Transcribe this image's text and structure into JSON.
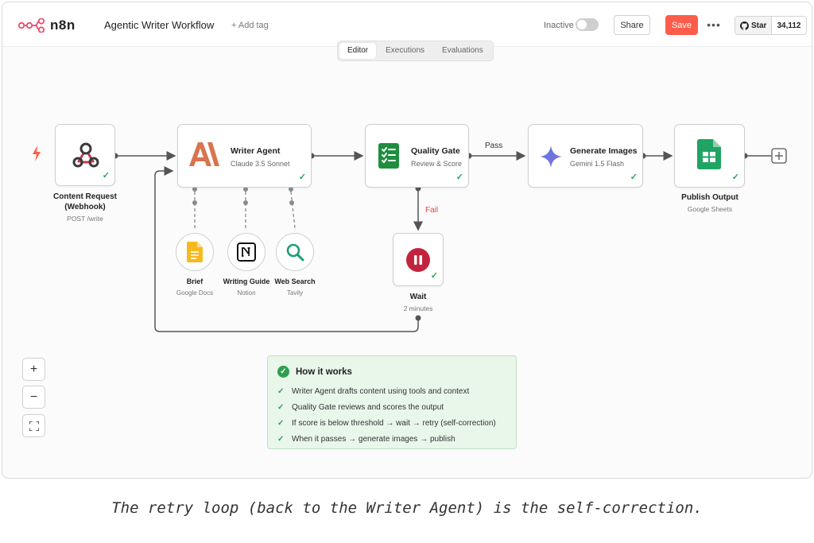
{
  "header": {
    "logo_text": "n8n",
    "workflow_title": "Agentic Writer Workflow",
    "add_tag": "+ Add tag",
    "inactive_label": "Inactive",
    "share_label": "Share",
    "save_label": "Save",
    "more_label": "•••",
    "star_label": "Star",
    "star_count": "34,112"
  },
  "tabs": [
    {
      "label": "Editor",
      "active": true
    },
    {
      "label": "Executions",
      "active": false
    },
    {
      "label": "Evaluations",
      "active": false
    }
  ],
  "nodes": {
    "webhook": {
      "title": "Content Request (Webhook)",
      "subtitle": "POST /write",
      "icon": "webhook-icon"
    },
    "writer": {
      "title": "Writer Agent",
      "subtitle": "Claude 3.5 Sonnet",
      "icon": "anthropic-icon"
    },
    "quality": {
      "title": "Quality Gate",
      "subtitle": "Review & Score",
      "icon": "sheets-list-icon"
    },
    "images": {
      "title": "Generate Images",
      "subtitle": "Gemini 1.5 Flash",
      "icon": "gemini-icon"
    },
    "publish": {
      "title": "Publish Output",
      "subtitle": "Google Sheets",
      "icon": "google-sheets-icon"
    },
    "wait": {
      "title": "Wait",
      "subtitle": "2 minutes",
      "icon": "pause-icon"
    }
  },
  "tools": [
    {
      "title": "Brief",
      "subtitle": "Google Docs",
      "icon": "google-docs-icon"
    },
    {
      "title": "Writing Guide",
      "subtitle": "Notion",
      "icon": "notion-icon"
    },
    {
      "title": "Web Search",
      "subtitle": "Tavily",
      "icon": "search-icon"
    }
  ],
  "edges": {
    "pass_label": "Pass",
    "fail_label": "Fail"
  },
  "zoom": {
    "zoom_in": "+",
    "zoom_out": "−",
    "fit": "⛶"
  },
  "how_it_works": {
    "title": "How it works",
    "items": [
      "Writer Agent drafts content using tools and context",
      "Quality Gate reviews and scores the output",
      "If score is below threshold → wait → retry (self-correction)",
      "When it passes → generate images → publish"
    ]
  },
  "caption": "The retry loop (back to the Writer Agent) is the self-correction.",
  "colors": {
    "accent": "#ff5c4b",
    "success": "#29a35a",
    "fail": "#e5483a",
    "edge": "#555555"
  }
}
